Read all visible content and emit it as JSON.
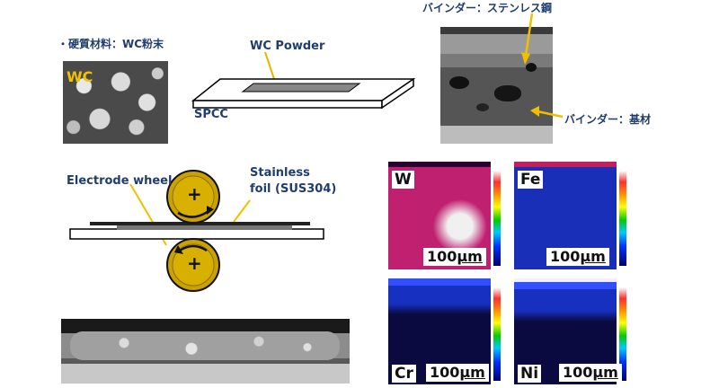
{
  "material": {
    "label": "・硬質材料：WC粉末",
    "sem_label": "WC"
  },
  "plate": {
    "powder_label": "WC Powder",
    "sheet_label": "SPCC"
  },
  "section": {
    "binder_stainless": "バインダー：ステンレス鋼",
    "binder_base": "バインダー：基材"
  },
  "welding": {
    "electrode_label": "Electrode wheel",
    "foil_label_1": "Stainless",
    "foil_label_2": "foil (SUS304)",
    "plus_top": "+",
    "plus_bottom": "+"
  },
  "maps": {
    "elements": [
      "W",
      "Fe",
      "Cr",
      "Ni"
    ],
    "scale_value": "100",
    "scale_unit": "μm",
    "colors": {
      "W": "#c02070",
      "Fe": "#1a2fb8",
      "Cr": "#0a0a40",
      "Ni": "#0a0a40"
    }
  },
  "colors": {
    "label_blue": "#1f3d6e",
    "wheel_gold": "#c9a100",
    "arrow_gold": "#f0c000"
  }
}
